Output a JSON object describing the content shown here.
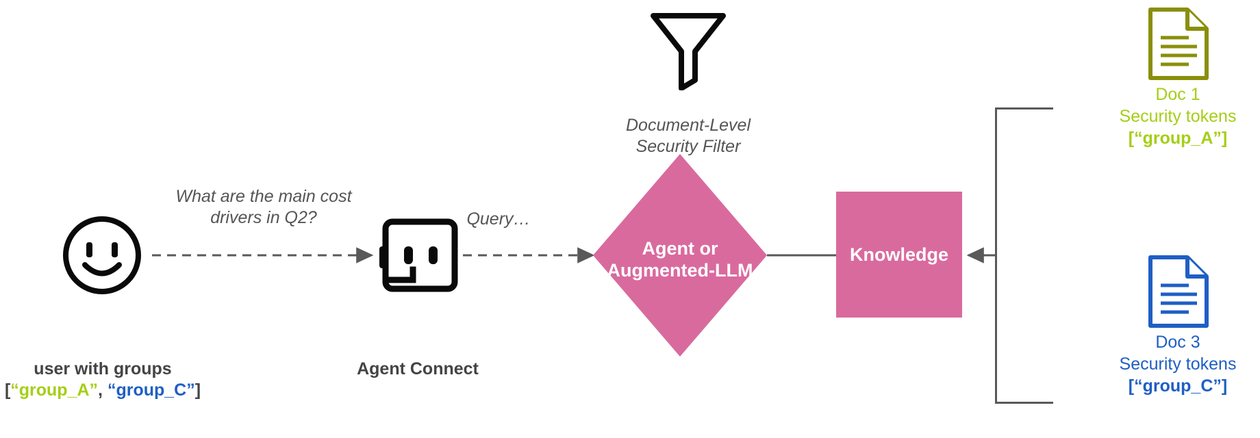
{
  "diagram": {
    "title": "Document-Level Security Filter",
    "colors": {
      "accent_pink": "#D96A9E",
      "group_a_green": "#A5CE17",
      "doc1_icon_olive": "#8A8F0A",
      "group_c_blue": "#1F5FC4",
      "wire_gray": "#595959",
      "text_dark": "#444444",
      "note_gray": "#555555",
      "icon_black": "#0A0A0A"
    }
  },
  "user": {
    "icon": "smiley-face-icon",
    "caption_line1": "user with groups",
    "bracket_open": "[",
    "group_a": "“group_A”",
    "separator": ", ",
    "group_c": "“group_C”",
    "bracket_close": "]"
  },
  "question": {
    "line1": "What are the main cost",
    "line2": "drivers in Q2?"
  },
  "agent_connect": {
    "icon": "robot-face-icon",
    "label": "Agent Connect"
  },
  "query": {
    "label": "Query…"
  },
  "security_filter": {
    "icon": "funnel-filter-icon",
    "line1": "Document-Level",
    "line2": "Security Filter"
  },
  "llm_node": {
    "line1": "Agent or",
    "line2": "Augmented-LLM"
  },
  "knowledge_node": {
    "label": "Knowledge"
  },
  "documents": [
    {
      "icon": "document-page-icon",
      "name": "Doc 1",
      "tokens_label": "Security tokens",
      "tokens_value": "[“group_A”]",
      "color": "#A5CE17",
      "icon_color": "#8A8F0A"
    },
    {
      "icon": "document-page-icon",
      "name": "Doc 3",
      "tokens_label": "Security tokens",
      "tokens_value": "[“group_C”]",
      "color": "#1F5FC4",
      "icon_color": "#1F5FC4"
    }
  ]
}
